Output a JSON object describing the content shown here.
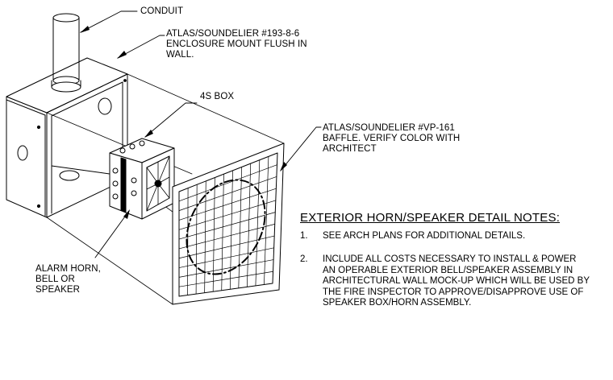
{
  "callouts": {
    "conduit": "CONDUIT",
    "enclosure": [
      "ATLAS/SOUNDELIER #193-8-6",
      "ENCLOSURE MOUNT FLUSH IN",
      "WALL."
    ],
    "box": "4S BOX",
    "baffle": [
      "ATLAS/SOUNDELIER #VP-161",
      "BAFFLE. VERIFY COLOR WITH",
      "ARCHITECT"
    ],
    "horn": [
      "ALARM HORN,",
      "BELL OR",
      "SPEAKER"
    ]
  },
  "notes": {
    "title": "EXTERIOR HORN/SPEAKER DETAIL NOTES:",
    "items": [
      {
        "num": "1.",
        "lines": [
          "SEE ARCH PLANS FOR ADDITIONAL DETAILS."
        ]
      },
      {
        "num": "2.",
        "lines": [
          "INCLUDE ALL COSTS NECESSARY TO INSTALL & POWER",
          "AN OPERABLE EXTERIOR BELL/SPEAKER ASSEMBLY IN",
          "ARCHITECTURAL WALL MOCK-UP WHICH WILL BE USED BY",
          "THE FIRE INSPECTOR TO APPROVE/DISAPPROVE USE OF",
          "SPEAKER BOX/HORN ASSEMBLY."
        ]
      }
    ]
  },
  "colors": {
    "ink": "#000000",
    "paper": "#ffffff"
  }
}
